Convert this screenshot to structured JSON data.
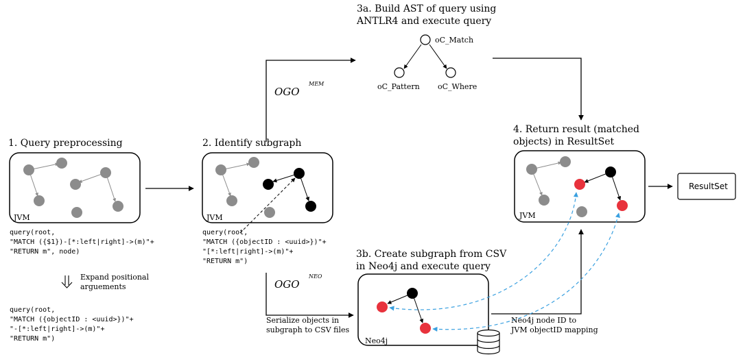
{
  "step1": {
    "title": "1. Query preprocessing",
    "box_label": "JVM",
    "code_lines": [
      "query(root,",
      "\"MATCH ({$1})-[*:left|right]->(m)\"+",
      "\"RETURN m\", node)"
    ],
    "expand_note": [
      "Expand positional",
      "arguements"
    ],
    "expanded_lines": [
      "query(root,",
      "\"MATCH ({objectID : <uuid>})\"+",
      "\"-[*:left|right]->(m)\"+",
      "\"RETURN m\")"
    ]
  },
  "step2": {
    "title": "2. Identify  subgraph",
    "box_label": "JVM",
    "code_lines": [
      "query(root,",
      "\"MATCH ({objectID : <uuid>})\"+",
      "\"[*:left|right]->(m)\"+",
      "\"RETURN m\")"
    ]
  },
  "step3a": {
    "title_lines": [
      "3a. Build AST of query using",
      "ANTLR4 and execute query"
    ],
    "ast_nodes": {
      "root": "oC_Match",
      "left": "oC_Pattern",
      "right": "oC_Where"
    }
  },
  "ogo_mem": {
    "label": "OGO",
    "superscript": "MEM"
  },
  "ogo_neo": {
    "label": "OGO",
    "superscript": "NEO"
  },
  "step3b": {
    "title_lines": [
      "3b. Create subgraph from CSV",
      "in Neo4j and execute query"
    ],
    "box_label": "Neo4j",
    "serialize_note": [
      "Serialize objects in",
      "subgraph to CSV files"
    ],
    "mapping_note": [
      "Neo4j  node ID to",
      "JVM objectID mapping"
    ]
  },
  "step4": {
    "title_lines": [
      "4. Return result (matched",
      "objects) in ResultSet"
    ],
    "box_label": "JVM"
  },
  "resultset": {
    "label": "ResultSet"
  },
  "colors": {
    "gray_node": "#8c8c8c",
    "black_node": "#000000",
    "red_node": "#e8323c",
    "blue_dashed": "#3aa0e0"
  },
  "icons": {
    "database": "database-icon",
    "expand": "double-down-arrow-icon"
  }
}
